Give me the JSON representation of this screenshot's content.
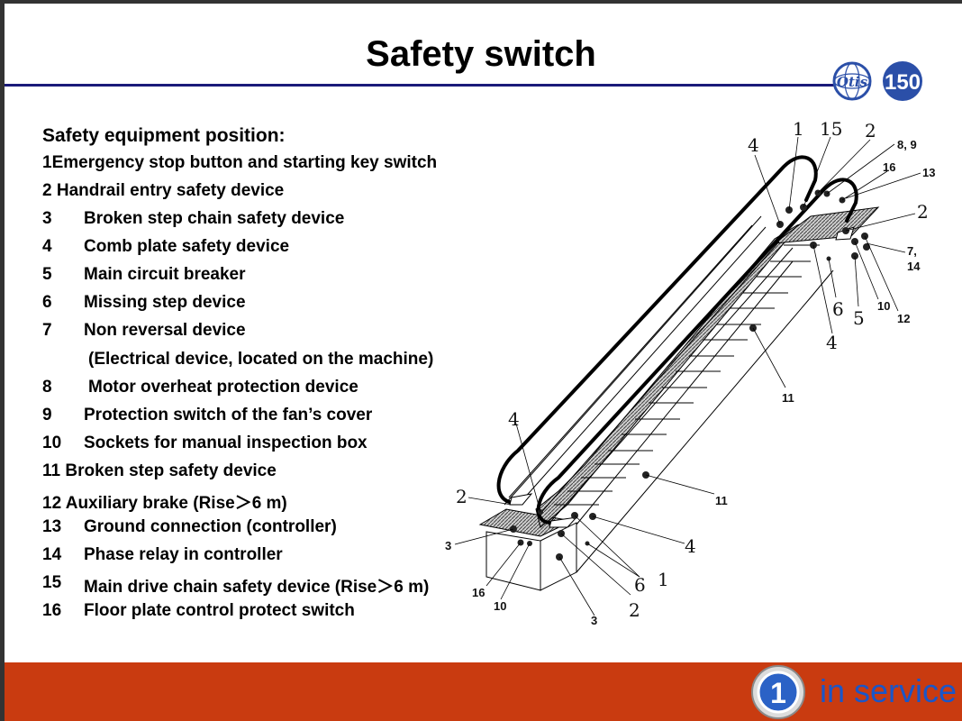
{
  "title": "Safety switch",
  "heading": "Safety equipment position:",
  "items": [
    {
      "num": "1",
      "text": "Emergency stop button and starting key switch"
    },
    {
      "num": "2",
      "text": "Handrail entry safety device"
    },
    {
      "num": "3",
      "text": "Broken step chain safety device"
    },
    {
      "num": "4",
      "text": "Comb plate safety device"
    },
    {
      "num": "5",
      "text": "Main circuit breaker"
    },
    {
      "num": "6",
      "text": "Missing step device"
    },
    {
      "num": "7",
      "text": "Non reversal device"
    },
    {
      "num": "",
      "text": "(Electrical device, located on the machine)"
    },
    {
      "num": "8",
      "text": "Motor overheat  protection  device"
    },
    {
      "num": "9",
      "text": "Protection switch of the fan’s cover"
    },
    {
      "num": "10",
      "text": "Sockets for manual inspection box"
    },
    {
      "num": "11",
      "text": "Broken step safety device"
    },
    {
      "num": "12",
      "text": "Auxiliary brake (Rise＞6 m)"
    },
    {
      "num": "13",
      "text": "Ground connection   (controller)"
    },
    {
      "num": "14",
      "text": "Phase relay in controller"
    },
    {
      "num": "15",
      "text": "Main drive chain safety device (Rise＞6 m)"
    },
    {
      "num": "16",
      "text": "Floor plate control protect switch"
    }
  ],
  "logos": {
    "left": "Otis",
    "right": "150"
  },
  "diagram_labels": {
    "top_4": "4",
    "top_1": "1",
    "top_15": "15",
    "top_2": "2",
    "top_8_9": "8, 9",
    "top_16": "16",
    "top_13": "13",
    "right_2": "2",
    "right_7_14_a": "7,",
    "right_7_14_b": "14",
    "mid_6": "6",
    "mid_5": "5",
    "mid_10": "10",
    "mid_12": "12",
    "mid_4": "4",
    "upper_11": "11",
    "lower_11": "11",
    "left_4": "4",
    "left_2": "2",
    "left_3": "3",
    "bot_16": "16",
    "bot_10": "10",
    "bot_3": "3",
    "bot_2": "2",
    "bot_6": "6",
    "bot_1": "1",
    "bot_4": "4"
  },
  "footer": {
    "badge": "1",
    "text": "in service",
    "color": "#c93b10"
  }
}
